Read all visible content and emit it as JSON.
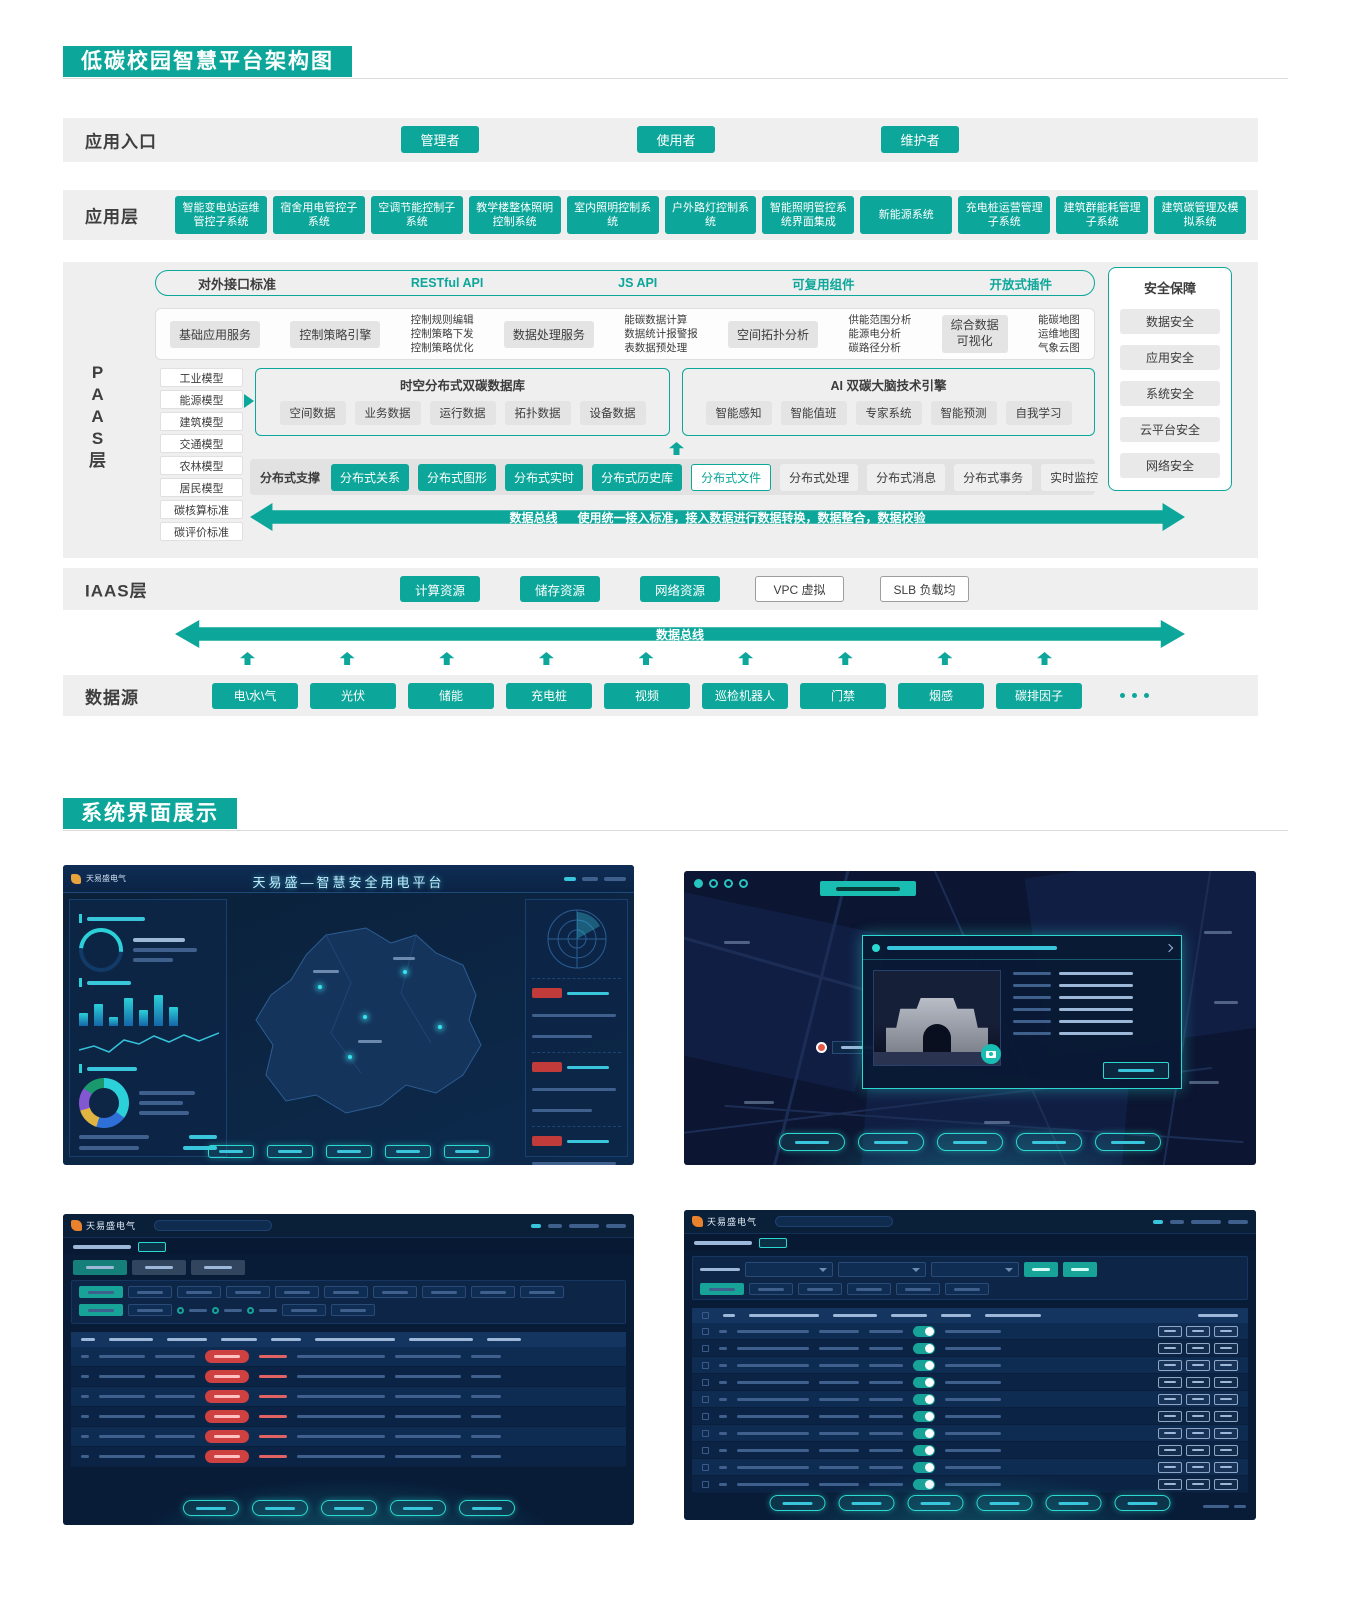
{
  "accent": "#0ca79a",
  "arch": {
    "title": "低碳校园智慧平台架构图",
    "entry": {
      "label": "应用入口",
      "items": [
        "管理者",
        "使用者",
        "维护者"
      ]
    },
    "app_layer": {
      "label": "应用层",
      "items": [
        "智能变电站运维管控子系统",
        "宿舍用电管控子系统",
        "空调节能控制子系统",
        "教学楼整体照明控制系统",
        "室内照明控制系统",
        "户外路灯控制系统",
        "智能照明管控系统界面集成",
        "新能源系统",
        "充电桩运营管理子系统",
        "建筑群能耗管理子系统",
        "建筑碳管理及模拟系统"
      ]
    },
    "paas": {
      "label_chars": [
        "P",
        "A",
        "A",
        "S",
        "层"
      ],
      "api_row": {
        "standard": "对外接口标准",
        "apis": [
          "RESTful API",
          "JS API",
          "可复用组件",
          "开放式插件"
        ]
      },
      "service_boxes": [
        "基础应用服务",
        "控制策略引擎",
        "数据处理服务",
        "空间拓扑分析",
        "综合数据可视化"
      ],
      "service_stacks": [
        [
          "控制规则编辑",
          "控制策略下发",
          "控制策略优化"
        ],
        [
          "能碳数据计算",
          "数据统计报警报",
          "表数据预处理"
        ],
        [
          "供能范围分析",
          "能源电分析",
          "碳路径分析"
        ],
        [
          "能碳地图",
          "运维地图",
          "气象云图"
        ]
      ],
      "models": [
        "工业模型",
        "能源模型",
        "建筑模型",
        "交通模型",
        "农林模型",
        "居民模型",
        "碳核算标准",
        "碳评价标准"
      ],
      "db": {
        "title": "时空分布式双碳数据库",
        "items": [
          "空间数据",
          "业务数据",
          "运行数据",
          "拓扑数据",
          "设备数据"
        ]
      },
      "ai": {
        "title": "AI 双碳大脑技术引擎",
        "items": [
          "智能感知",
          "智能值班",
          "专家系统",
          "智能预测",
          "自我学习"
        ]
      },
      "dist": {
        "label": "分布式支撑",
        "filled": [
          "分布式关系",
          "分布式图形",
          "分布式实时",
          "分布式历史库"
        ],
        "outlined": "分布式文件",
        "plain": [
          "分布式处理",
          "分布式消息",
          "分布式事务",
          "实时监控"
        ]
      },
      "bus": {
        "title": "数据总线",
        "desc": "使用统一接入标准，接入数据进行数据转换，数据整合，数据校验"
      },
      "security": {
        "title": "安全保障",
        "items": [
          "数据安全",
          "应用安全",
          "系统安全",
          "云平台安全",
          "网络安全"
        ]
      }
    },
    "iaas": {
      "label": "IAAS层",
      "filled": [
        "计算资源",
        "储存资源",
        "网络资源"
      ],
      "outlined": [
        "VPC 虚拟",
        "SLB 负载均"
      ]
    },
    "bus2": {
      "title": "数据总线"
    },
    "sources": {
      "label": "数据源",
      "items": [
        "电\\水\\气",
        "光伏",
        "储能",
        "充电桩",
        "视频",
        "巡检机器人",
        "门禁",
        "烟感",
        "碳排因子"
      ]
    }
  },
  "showcase": {
    "title": "系统界面展示",
    "logo": "天易盛电气",
    "screen1": {
      "title": "天易盛—智慧安全用电平台"
    }
  }
}
